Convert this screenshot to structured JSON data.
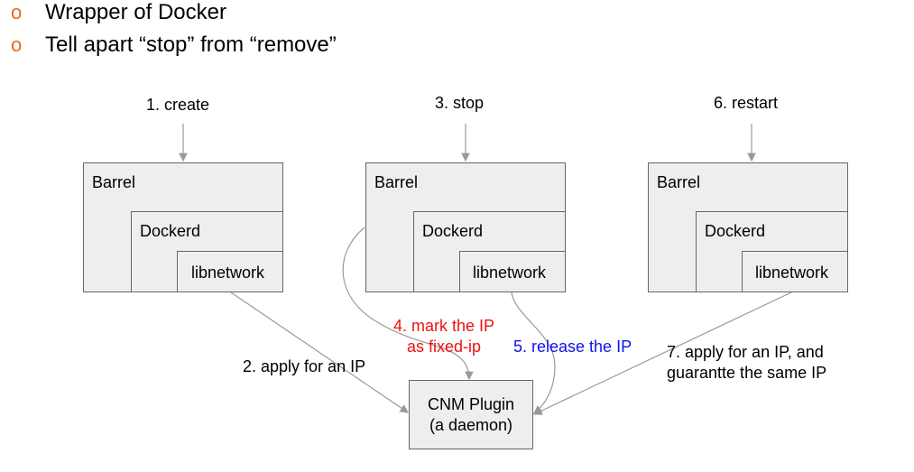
{
  "bullets": [
    {
      "marker": "o",
      "text": "Wrapper of Docker"
    },
    {
      "marker": "o",
      "text": "Tell apart “stop” from “remove”"
    }
  ],
  "groups": [
    {
      "step": "1. create",
      "barrel": "Barrel",
      "dockerd": "Dockerd",
      "libnetwork": "libnetwork"
    },
    {
      "step": "3. stop",
      "barrel": "Barrel",
      "dockerd": "Dockerd",
      "libnetwork": "libnetwork"
    },
    {
      "step": "6. restart",
      "barrel": "Barrel",
      "dockerd": "Dockerd",
      "libnetwork": "libnetwork"
    }
  ],
  "plugin": {
    "line1": "CNM Plugin",
    "line2": "(a daemon)"
  },
  "edge_labels": {
    "apply_ip": "2. apply for an IP",
    "mark_ip_line1": "4. mark the IP",
    "mark_ip_line2": "as fixed-ip",
    "release_ip": "5. release the IP",
    "apply_same_line1": "7. apply for an IP, and",
    "apply_same_line2": "guarantte the same IP"
  },
  "colors": {
    "bullet": "#e8691b",
    "mark": "#ee1111",
    "release": "#1111ee",
    "box_fill": "#eeeeee",
    "arrow": "#999999"
  }
}
